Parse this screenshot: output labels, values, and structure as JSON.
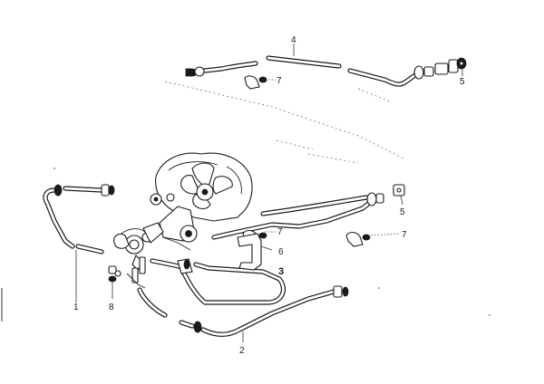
{
  "diagram": {
    "callouts": {
      "c1": "1",
      "c2": "2",
      "c3": "3",
      "c4": "4",
      "c5_top": "5",
      "c5_right": "5",
      "c6": "6",
      "c7_top": "7",
      "c7_mid": "7",
      "c7_right": "7",
      "c8": "8"
    }
  }
}
